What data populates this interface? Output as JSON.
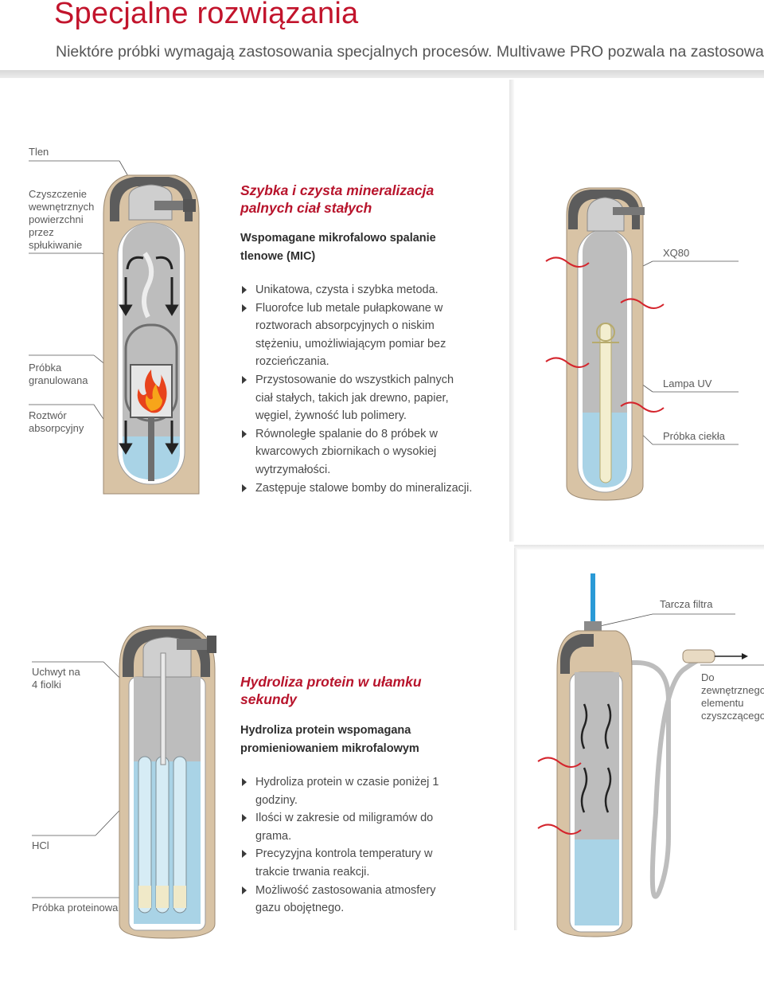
{
  "header": {
    "title": "Specjalne rozwiązania",
    "subtitle": "Niektóre próbki wymagają zastosowania specjalnych procesów. Multivawe PRO pozwala na zastosowanie"
  },
  "mic": {
    "title_line1": "Szybka i czysta mineralizacja",
    "title_line2": "palnych ciał stałych",
    "sub_line1": "Wspomagane mikrofalowo spalanie",
    "sub_line2": "tlenowe (MIC)",
    "labels": {
      "tlen": "Tlen",
      "czyszczenie_1": "Czyszczenie",
      "czyszczenie_2": "wewnętrznych",
      "czyszczenie_3": "powierzchni",
      "czyszczenie_4": "przez",
      "czyszczenie_5": "spłukiwanie",
      "probka_1": "Próbka",
      "probka_2": "granulowana",
      "roztwor_1": "Roztwór",
      "roztwor_2": "absorpcyjny"
    },
    "bullets": [
      [
        "Unikatowa, czysta i szybka metoda."
      ],
      [
        "Fluorofce lub metale pułapkowane w",
        "roztworach absorpcyjnych o niskim",
        "stężeniu, umożliwiającym pomiar bez",
        "rozcieńczania."
      ],
      [
        "Przystosowanie do wszystkich palnych",
        "ciał stałych, takich jak drewno, papier,",
        "węgiel, żywność lub polimery."
      ],
      [
        "Równoległe spalanie do 8 próbek w",
        "kwarcowych zbiornikach o wysokiej",
        "wytrzymałości."
      ],
      [
        "Zastępuje stalowe bomby do mineralizacji."
      ]
    ]
  },
  "uv": {
    "labels": {
      "xq80": "XQ80",
      "lampa": "Lampa UV",
      "probka_ciekla": "Próbka ciekła"
    }
  },
  "hydro": {
    "title_line1": "Hydroliza protein w ułamku",
    "title_line2": "sekundy",
    "sub_line1": "Hydroliza protein wspomagana",
    "sub_line2": "promieniowaniem mikrofalowym",
    "labels": {
      "uchwyt_1": "Uchwyt na",
      "uchwyt_2": "4 fiolki",
      "hcl": "HCl",
      "probka_proteinowa": "Próbka proteinowa"
    },
    "bullets": [
      [
        "Hydroliza protein w czasie poniżej 1",
        "godziny."
      ],
      [
        "Ilości w zakresie od miligramów do",
        "grama."
      ],
      [
        "Precyzyjna kontrola temperatury w",
        "trakcie trwania reakcji."
      ],
      [
        "Możliwość zastosowania atmosfery",
        "gazu obojętnego."
      ]
    ]
  },
  "filter": {
    "labels": {
      "tarcza": "Tarcza filtra",
      "zewn_1": "Do zewnętrznego",
      "zewn_2": "elementu",
      "zewn_3": "czyszczącego"
    }
  },
  "colors": {
    "accent_red": "#c2142c",
    "vessel_tan": "#d8c3a5",
    "liner_grey": "#bdbdbd",
    "liquid_blue": "#a9d3e6"
  }
}
